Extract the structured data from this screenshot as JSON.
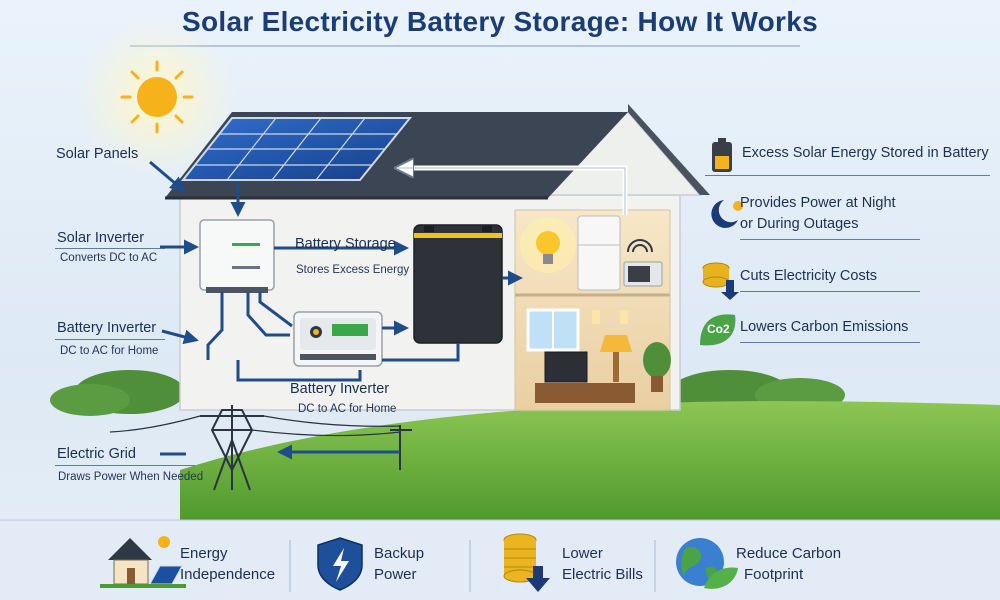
{
  "title": "Solar Electricity Battery Storage: How It Works",
  "labels": {
    "solar_panels": "Solar Panels",
    "solar_inverter": "Solar Inverter",
    "solar_inverter_sub": "Converts DC to AC",
    "battery_inverter_left": "Battery Inverter",
    "battery_inverter_left_sub": "DC to AC for Home",
    "battery_storage": "Battery Storage",
    "battery_storage_sub": "Stores Excess Energy",
    "battery_inverter_center": "Battery Inverter",
    "battery_inverter_center_sub": "DC to AC for Home",
    "electric_grid": "Electric Grid",
    "electric_grid_sub": "Draws Power When Needed"
  },
  "benefits": [
    {
      "text": "Excess Solar Energy Stored in Battery",
      "icon": "battery-charge-icon"
    },
    {
      "line1": "Provides Power at Night",
      "line2": "or During Outages",
      "icon": "moon-sun-icon"
    },
    {
      "text": "Cuts Electricity Costs",
      "icon": "coins-down-arrow-icon"
    },
    {
      "text": "Lowers Carbon Emissions",
      "icon": "co2-leaf-icon",
      "badge": "Co2"
    }
  ],
  "footer": [
    {
      "line1": "Energy",
      "line2": "Independence",
      "icon": "solar-house-icon"
    },
    {
      "line1": "Backup",
      "line2": "Power",
      "icon": "lightning-shield-icon"
    },
    {
      "line1": "Lower",
      "line2": "Electric Bills",
      "icon": "coins-down-arrow-icon"
    },
    {
      "line1": "Reduce Carbon",
      "line2": "Footprint",
      "icon": "globe-leaf-icon"
    }
  ],
  "colors": {
    "title": "#1a3d78",
    "arrow": "#1f4d8c",
    "panel": "#1c4fa0",
    "roof": "#3c4553",
    "wall": "#f2f3f0",
    "battery": "#2e3238",
    "accent_green": "#43a047",
    "sun": "#f6b21a"
  }
}
